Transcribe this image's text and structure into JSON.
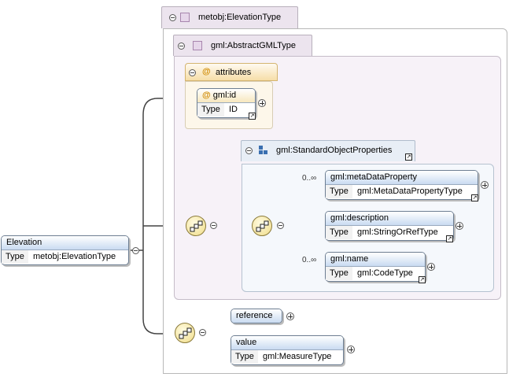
{
  "root": {
    "name": "Elevation",
    "type_label": "Type",
    "type_value": "metobj:ElevationType"
  },
  "elevation_type": {
    "name": "metobj:ElevationType"
  },
  "abstract_gml_type": {
    "name": "gml:AbstractGMLType"
  },
  "attributes": {
    "label": "attributes",
    "at_symbol": "@",
    "id": {
      "name": "gml:id",
      "type_label": "Type",
      "type_value": "ID"
    }
  },
  "std_props": {
    "name": "gml:StandardObjectProperties"
  },
  "children": [
    {
      "name": "gml:metaDataProperty",
      "type_label": "Type",
      "type_value": "gml:MetaDataPropertyType",
      "occurs": "0..∞"
    },
    {
      "name": "gml:description",
      "type_label": "Type",
      "type_value": "gml:StringOrRefType",
      "occurs": ""
    },
    {
      "name": "gml:name",
      "type_label": "Type",
      "type_value": "gml:CodeType",
      "occurs": "0..∞"
    }
  ],
  "local": [
    {
      "name": "reference"
    },
    {
      "name": "value",
      "type_label": "Type",
      "type_value": "gml:MeasureType"
    }
  ],
  "icons": {
    "collapse": "minus-circle-icon",
    "expand": "plus-circle-icon",
    "sequence": "sequence-compositor-icon",
    "jump": "jump-arrow-icon"
  }
}
